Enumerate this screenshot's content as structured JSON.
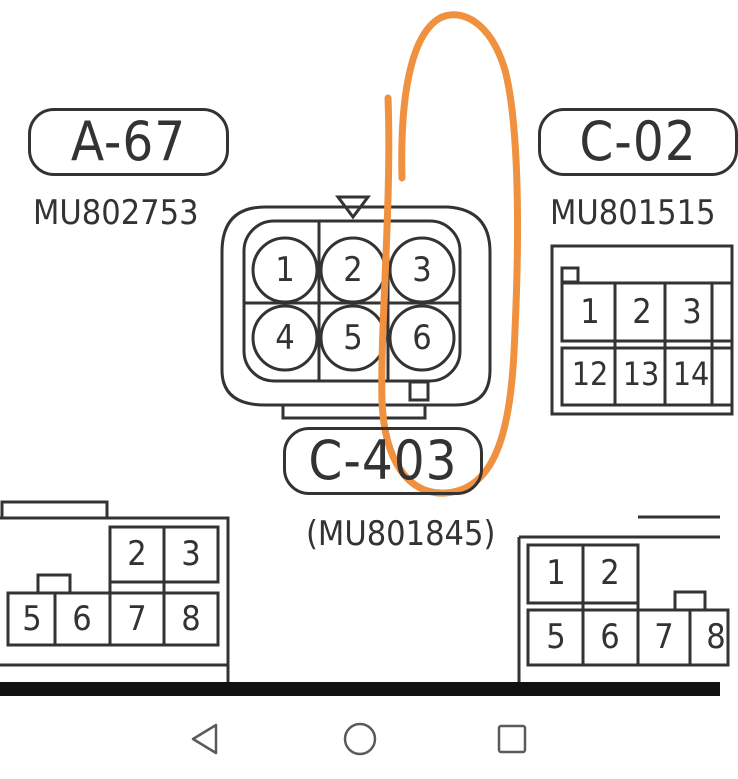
{
  "connectors": {
    "a67": {
      "title": "A-67",
      "part": "MU802753"
    },
    "c02": {
      "title": "C-02",
      "part": "MU801515",
      "pins_top": [
        "1",
        "2",
        "3"
      ],
      "pins_bottom": [
        "12",
        "13",
        "14"
      ]
    },
    "c403": {
      "title": "C-403",
      "part": "(MU801845)",
      "pins": [
        "1",
        "2",
        "3",
        "4",
        "5",
        "6"
      ]
    },
    "bottom_left": {
      "pins_top": [
        "2",
        "3"
      ],
      "pins_bottom": [
        "5",
        "6",
        "7",
        "8"
      ]
    },
    "bottom_right": {
      "pins_top": [
        "1",
        "2"
      ],
      "pins_bottom": [
        "5",
        "6",
        "7",
        "8"
      ]
    }
  },
  "annotation": {
    "color": "#F0913F",
    "shape": "hand-drawn ellipse"
  },
  "navbar": {
    "back": "back-icon",
    "home": "home-icon",
    "recents": "recents-icon",
    "icon_color": "#5a5a5a"
  }
}
